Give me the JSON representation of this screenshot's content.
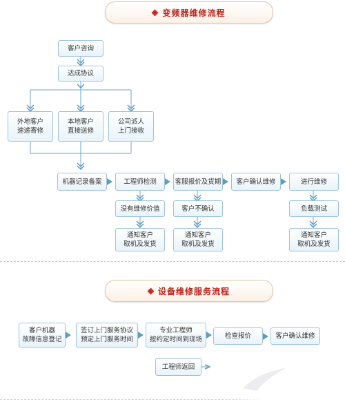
{
  "section1": {
    "title": "变频器维修流程",
    "step_consult": "客户咨询",
    "step_agree": "达成协议",
    "branches": [
      {
        "line1": "外地客户",
        "line2": "速递寄修"
      },
      {
        "line1": "本地客户",
        "line2": "直接送修"
      },
      {
        "line1": "公司派人",
        "line2": "上门接收"
      }
    ],
    "row": [
      "机器记录备案",
      "工程师检测",
      "客服报价及货期",
      "客户确认维修",
      "进行维修"
    ],
    "sub_no_value": "没有维修价值",
    "sub_customer_reject": "客户不确认",
    "sub_load_test": "负载测试",
    "notify": {
      "line1": "通知客户",
      "line2": "取机及发货"
    }
  },
  "section2": {
    "title": "设备维修服务流程",
    "steps": [
      {
        "line1": "客户机器",
        "line2": "故障信息登记"
      },
      {
        "line1": "签订上门服务协议",
        "line2": "预定上门服务时间"
      },
      {
        "line1": "专业工程师",
        "line2": "按约定时间到现场"
      },
      {
        "line1": "检查报价",
        "line2": ""
      },
      {
        "line1": "客户确认维修",
        "line2": ""
      }
    ],
    "return": "工程师返回"
  },
  "colors": {
    "title_red": "#c0201a",
    "box_border": "#9cc3dc",
    "arrow_blue": "#5d9dc4"
  }
}
